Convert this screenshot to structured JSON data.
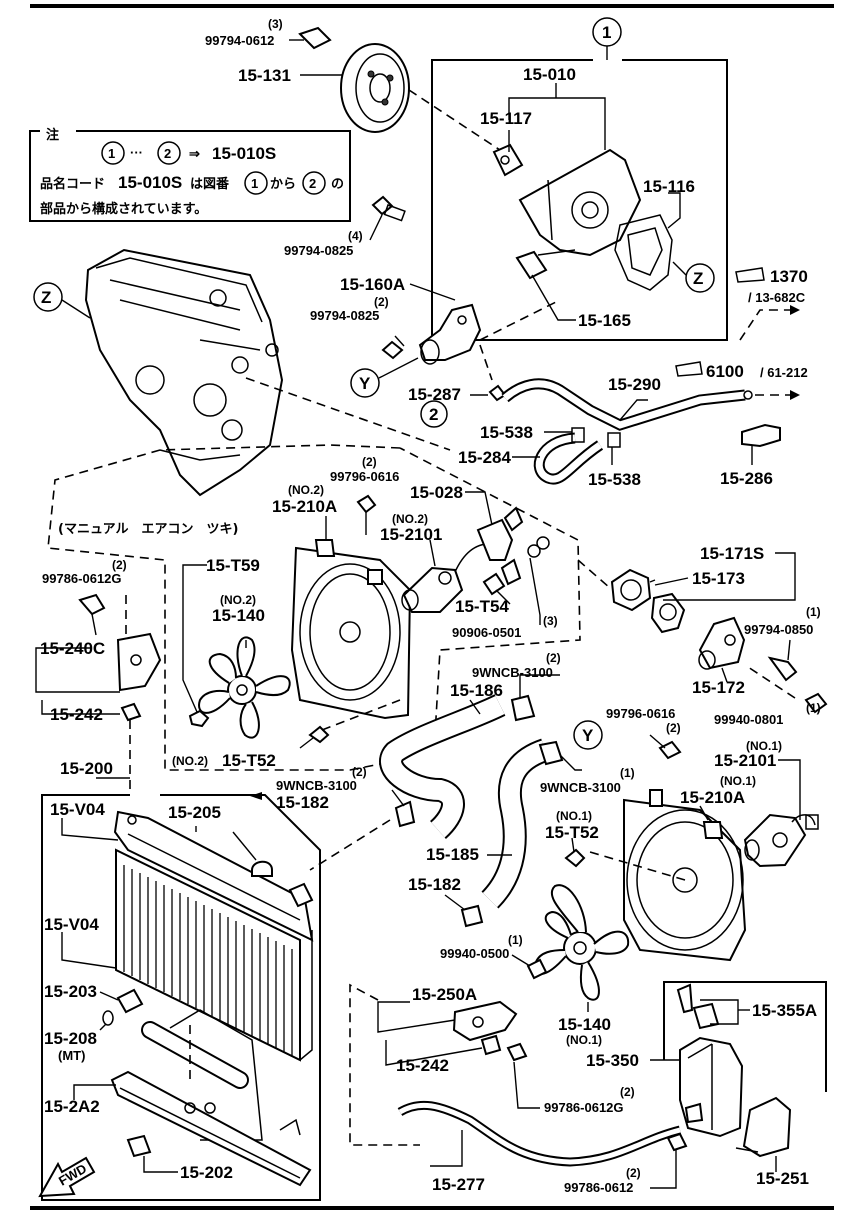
{
  "frame": {
    "top_rule": true,
    "bottom_rule": true
  },
  "note": {
    "heading": "注",
    "ref_from": "1",
    "ellipsis": "···",
    "ref_to": "2",
    "arrow": "⇒",
    "kit_part": "15-010S",
    "line2_prefix": "品名コード",
    "line2_code": "15-010S",
    "line2_mid": "は図番",
    "line2_from": "1",
    "line2_kara": "から",
    "line2_to": "2",
    "line2_end": "の",
    "line3": "部品から構成されています。"
  },
  "callouts": {
    "c1": "1",
    "c2": "2",
    "z1": "Z",
    "z2": "Z",
    "y1": "Y",
    "y2": "Y"
  },
  "refs": {
    "r1370": "1370",
    "r1370_sub": "/ 13-682C",
    "r6100": "6100",
    "r6100_sub": "/ 61-212"
  },
  "ac_note": "(マニュアル　エアコン　ツキ)",
  "fwd": "FWD",
  "parts": {
    "p99794_0612": "99794-0612",
    "p99794_0612_q": "(3)",
    "p15_131": "15-131",
    "p15_010": "15-010",
    "p15_117": "15-117",
    "p15_116": "15-116",
    "p15_165": "15-165",
    "p99794_0825a": "99794-0825",
    "p99794_0825a_q": "(4)",
    "p15_160A": "15-160A",
    "p99794_0825b": "99794-0825",
    "p99794_0825b_q": "(2)",
    "p15_287": "15-287",
    "p15_290": "15-290",
    "p15_538a": "15-538",
    "p15_538b": "15-538",
    "p15_284": "15-284",
    "p15_286": "15-286",
    "p99796_0616a": "99796-0616",
    "p99796_0616a_q": "(2)",
    "p15_028": "15-028",
    "p15_210A_a": "15-210A",
    "p15_210A_a_q": "(NO.2)",
    "p15_2101_a": "15-2101",
    "p15_2101_a_q": "(NO.2)",
    "p15_T59": "15-T59",
    "p15_140a": "15-140",
    "p15_140a_q": "(NO.2)",
    "p15_T54": "15-T54",
    "p90906_0501": "90906-0501",
    "p90906_0501_q": "(3)",
    "p15_171S": "15-171S",
    "p15_173": "15-173",
    "p99794_0850": "99794-0850",
    "p99794_0850_q": "(1)",
    "p15_172": "15-172",
    "p99786_0612G_a": "99786-0612G",
    "p99786_0612G_a_q": "(2)",
    "p15_240C": "15-240C",
    "p15_242a": "15-242",
    "p9WNCB_a": "9WNCB-3100",
    "p9WNCB_a_q": "(2)",
    "p15_186": "15-186",
    "p15_T52a": "15-T52",
    "p15_T52a_q": "(NO.2)",
    "p99796_0616b": "99796-0616",
    "p99796_0616b_q": "(2)",
    "p99940_0801": "99940-0801",
    "p99940_0801_q": "(1)",
    "p15_2101_b": "15-2101",
    "p15_2101_b_q": "(NO.1)",
    "p15_210A_b": "15-210A",
    "p15_210A_b_q": "(NO.1)",
    "p15_200": "15-200",
    "p9WNCB_b": "9WNCB-3100",
    "p9WNCB_b_q": "(2)",
    "p15_182a": "15-182",
    "p9WNCB_c": "9WNCB-3100",
    "p9WNCB_c_q": "(1)",
    "p15_V04a": "15-V04",
    "p15_205": "15-205",
    "p15_T52b": "15-T52",
    "p15_T52b_q": "(NO.1)",
    "p15_185": "15-185",
    "p15_V04b": "15-V04",
    "p15_182b": "15-182",
    "p99940_0500": "99940-0500",
    "p99940_0500_q": "(1)",
    "p15_203": "15-203",
    "p15_250A": "15-250A",
    "p15_208": "15-208",
    "p15_208_q": "(MT)",
    "p15_140b": "15-140",
    "p15_140b_q": "(NO.1)",
    "p15_355A": "15-355A",
    "p15_242b": "15-242",
    "p15_350": "15-350",
    "p15_2A2": "15-2A2",
    "p99786_0612G_b": "99786-0612G",
    "p99786_0612G_b_q": "(2)",
    "p15_202": "15-202",
    "p15_277": "15-277",
    "p99786_0612": "99786-0612",
    "p99786_0612_q": "(2)",
    "p15_251": "15-251"
  }
}
